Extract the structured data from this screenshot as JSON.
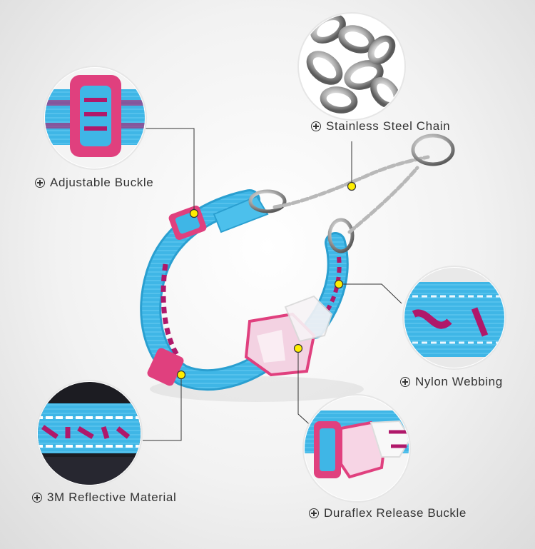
{
  "callouts": {
    "adjustable_buckle": "Adjustable Buckle",
    "stainless_chain": "Stainless Steel Chain",
    "nylon_webbing": "Nylon Webbing",
    "reflective": "3M Reflective Material",
    "release_buckle": "Duraflex Release Buckle"
  },
  "colors": {
    "webbing": "#3fb6e6",
    "pink": "#e0407e",
    "magenta_text": "#b0186a",
    "chain": "#c0c0c0",
    "dot": "#ffee00"
  }
}
